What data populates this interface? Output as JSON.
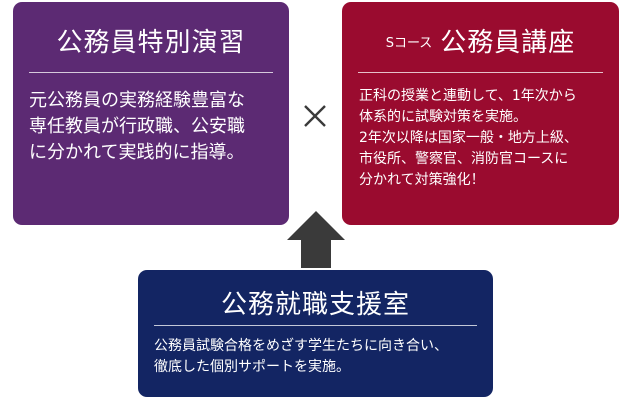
{
  "left_card": {
    "title": "公務員特別演習",
    "lines": [
      "元公務員の実務経験豊富な",
      "専任教員が行政職、公安職",
      "に分かれて実践的に指導。"
    ]
  },
  "right_card": {
    "title_prefix": "Sコース",
    "title": "公務員講座",
    "lines": [
      "正科の授業と連動して、1年次から",
      "体系的に試験対策を実施。",
      "2年次以降は国家一般・地方上級、",
      "市役所、警察官、消防官コースに",
      "分かれて対策強化！"
    ]
  },
  "bottom_card": {
    "title": "公務就職支援室",
    "lines": [
      "公務員試験合格をめざす学生たちに向き合い、",
      "徹底した個別サポートを実施。"
    ]
  },
  "connectors": {
    "times_icon": "times-icon",
    "arrow_icon": "up-arrow-icon"
  },
  "colors": {
    "left_card": "#5c2a73",
    "right_card": "#9a0b2f",
    "bottom_card": "#132563",
    "connector": "#3a3a3a"
  }
}
